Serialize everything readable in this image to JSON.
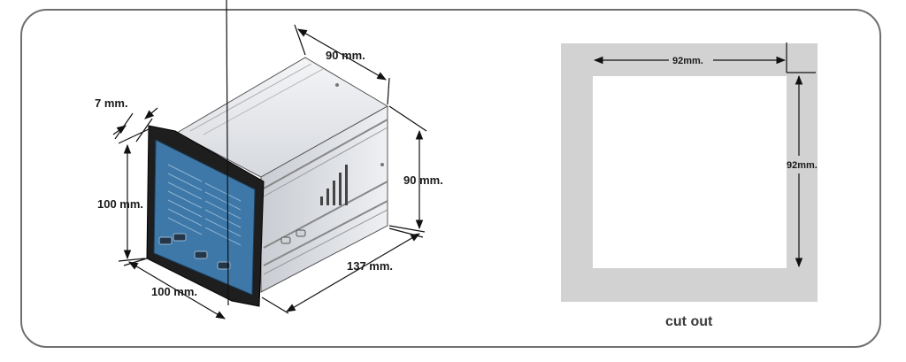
{
  "dimensions": {
    "bezel_thickness": "7 mm.",
    "front_height": "100 mm.",
    "front_width": "100 mm.",
    "body_width": "90 mm.",
    "body_height": "90 mm.",
    "body_depth": "137 mm."
  },
  "cutout": {
    "width": "92mm.",
    "height": "92mm.",
    "caption": "cut out"
  },
  "colors": {
    "frame_border": "#6f6f6f",
    "device_body": "#e4e6ea",
    "bezel": "#1e1e1e",
    "front_panel": "#3e78a8",
    "cutout_surround": "#d2d2d2"
  }
}
